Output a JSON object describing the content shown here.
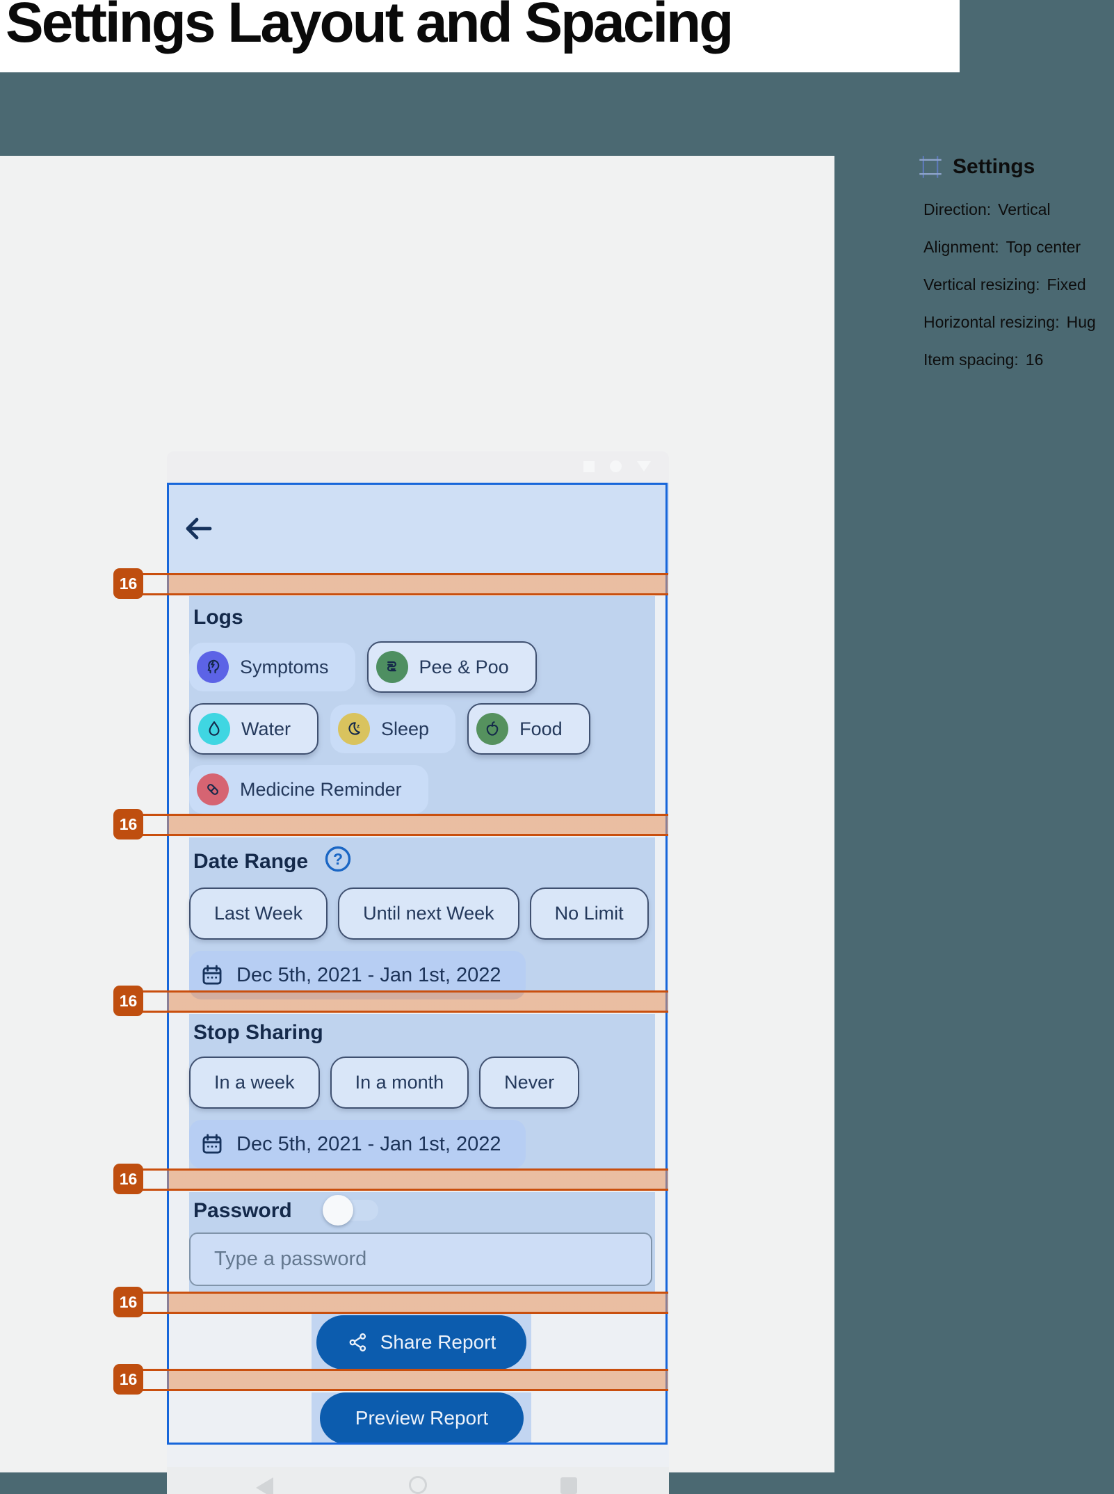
{
  "title": "Settings Layout and Spacing",
  "spacing": {
    "value": "16"
  },
  "settings_panel": {
    "icon": "auto-layout-frame-icon",
    "title": "Settings",
    "rows": [
      {
        "label": "Direction:",
        "value": "Vertical"
      },
      {
        "label": "Alignment:",
        "value": "Top center"
      },
      {
        "label": "Vertical resizing:",
        "value": "Fixed"
      },
      {
        "label": "Horizontal resizing:",
        "value": "Hug"
      },
      {
        "label": "Item spacing:",
        "value": "16"
      }
    ]
  },
  "phone": {
    "status_icons": [
      "square",
      "circle",
      "triangle"
    ],
    "header": {
      "back_icon": "arrow-left"
    },
    "logs": {
      "heading": "Logs",
      "chips": [
        {
          "label": "Symptoms",
          "icon": "head-lightning-icon",
          "icon_color": "#5c63e6",
          "variant": "filled"
        },
        {
          "label": "Pee & Poo",
          "icon": "intestine-icon",
          "icon_color": "#4e8f61",
          "variant": "outlined"
        },
        {
          "label": "Water",
          "icon": "droplet-icon",
          "icon_color": "#3fd6e2",
          "variant": "outlined"
        },
        {
          "label": "Sleep",
          "icon": "moon-icon",
          "icon_color": "#d9c35e",
          "variant": "filled"
        },
        {
          "label": "Food",
          "icon": "apple-icon",
          "icon_color": "#55915e",
          "variant": "outlined"
        },
        {
          "label": "Medicine Reminder",
          "icon": "pill-icon",
          "icon_color": "#d66472",
          "variant": "filled"
        }
      ]
    },
    "date_range": {
      "heading": "Date Range",
      "help_icon": "question-mark-icon",
      "options": [
        "Last Week",
        "Until next Week",
        "No Limit"
      ],
      "selected_dates": "Dec 5th, 2021 - Jan 1st, 2022"
    },
    "stop_sharing": {
      "heading": "Stop Sharing",
      "options": [
        "In a week",
        "In a month",
        "Never"
      ],
      "selected_dates": "Dec 5th, 2021 - Jan 1st, 2022"
    },
    "password": {
      "heading": "Password",
      "toggle_state": "off",
      "placeholder": "Type a password"
    },
    "actions": [
      {
        "label": "Share Report",
        "icon": "share-icon"
      },
      {
        "label": "Preview Report"
      }
    ],
    "nav": [
      "back",
      "home",
      "recents"
    ]
  },
  "colors": {
    "background": "#4b6972",
    "panel": "#f1f2f2",
    "section_block": "#bfd3ee",
    "header_blue": "#cfdff5",
    "selection_blue": "#1766da",
    "marker_orange": "#bf4e0f",
    "band_line_orange": "#c94f0e",
    "button_blue": "#0c5cae",
    "chip_filled": "#c9dcf7",
    "chip_outline_border": "#3f5070",
    "date_chip": "#b7cef3",
    "navy_text": "#14294a",
    "help_blue": "#1a66c4"
  }
}
